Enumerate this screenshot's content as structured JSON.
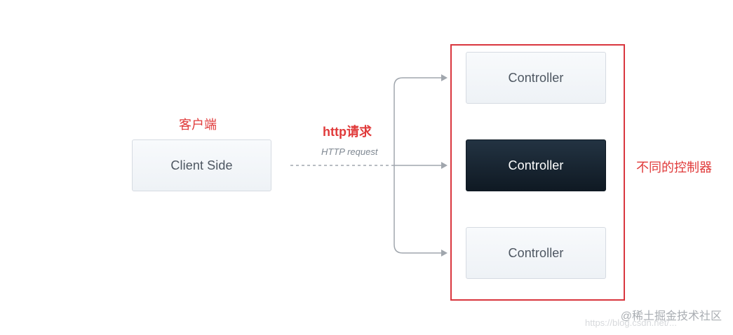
{
  "diagram": {
    "client": {
      "caption": "客户端",
      "label": "Client Side"
    },
    "request": {
      "caption": "http请求",
      "edge_label": "HTTP request"
    },
    "controllers": {
      "caption": "不同的控制器",
      "items": [
        {
          "label": "Controller",
          "style": "light"
        },
        {
          "label": "Controller",
          "style": "dark"
        },
        {
          "label": "Controller",
          "style": "light"
        }
      ]
    },
    "colors": {
      "annotation_red": "#e03a3a",
      "highlight_border": "#d9363e",
      "dark_node": "#0f1923",
      "connector": "#a0a6ad"
    }
  },
  "watermark": {
    "text": "@稀土掘金技术社区",
    "faint_text": "https://blog.csdn.net/..."
  }
}
